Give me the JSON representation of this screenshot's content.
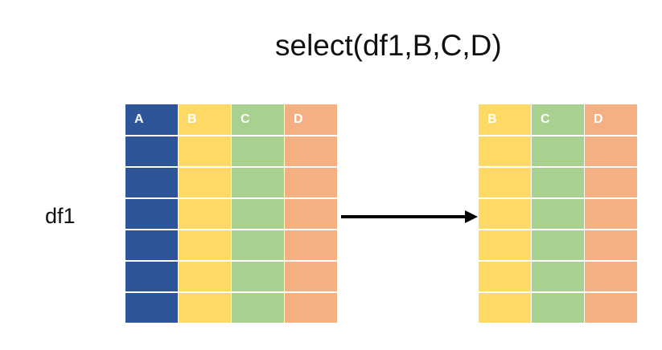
{
  "title": "select(df1,B,C,D)",
  "df_label": "df1",
  "colors": {
    "A": "#2e5597",
    "B": "#fed966",
    "C": "#a8d08e",
    "D": "#f4b082",
    "arrow": "#000000"
  },
  "left_table": {
    "columns": [
      "A",
      "B",
      "C",
      "D"
    ],
    "rows": 6
  },
  "right_table": {
    "columns": [
      "B",
      "C",
      "D"
    ],
    "rows": 6
  }
}
